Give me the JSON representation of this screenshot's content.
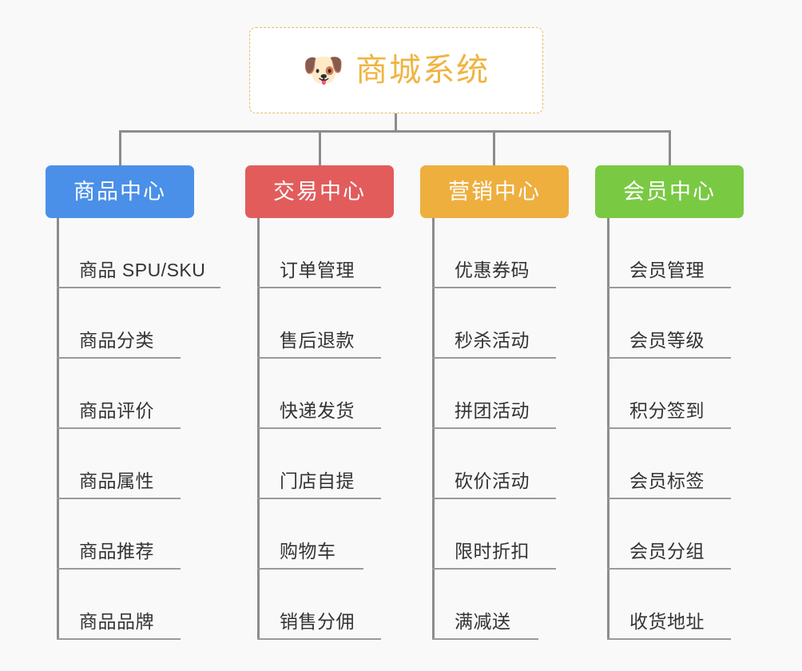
{
  "diagram": {
    "title": "商城系统",
    "root": {
      "label": "商城系统",
      "icon": "dog-face-icon",
      "emoji": "🐶",
      "border_color": "#e8b861",
      "text_color": "#efb442",
      "background": "#ffffff"
    },
    "background_color": "#f9f9f9",
    "connector_color": "#8c8c8c",
    "leaf_rule_color": "#9a9a9a",
    "leaf_text_color": "#333333",
    "branches": [
      {
        "label": "商品中心",
        "color": "#4a90e8",
        "items": [
          "商品 SPU/SKU",
          "商品分类",
          "商品评价",
          "商品属性",
          "商品推荐",
          "商品品牌"
        ]
      },
      {
        "label": "交易中心",
        "color": "#e25c5c",
        "items": [
          "订单管理",
          "售后退款",
          "快递发货",
          "门店自提",
          "购物车",
          "销售分佣"
        ]
      },
      {
        "label": "营销中心",
        "color": "#eeaf3e",
        "items": [
          "优惠券码",
          "秒杀活动",
          "拼团活动",
          "砍价活动",
          "限时折扣",
          "满减送"
        ]
      },
      {
        "label": "会员中心",
        "color": "#7ac943",
        "items": [
          "会员管理",
          "会员等级",
          "积分签到",
          "会员标签",
          "会员分组",
          "收货地址"
        ]
      }
    ]
  }
}
